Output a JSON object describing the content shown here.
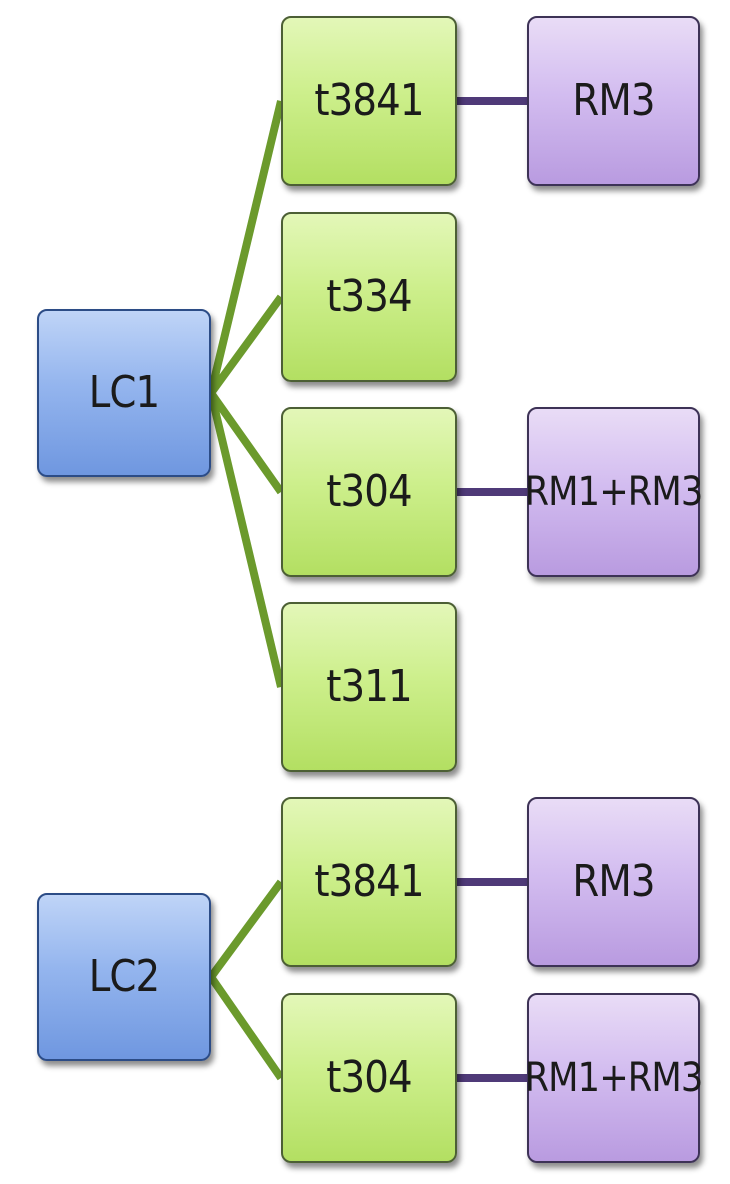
{
  "diagram": {
    "colors": {
      "lc_fill": "#8fb1ec",
      "transcript_fill": "#c8ec86",
      "rm_fill": "#cfb8ef",
      "green_connector": "#6b9a2c",
      "purple_connector": "#4f3a78"
    },
    "groups": [
      {
        "lc": "LC1",
        "transcripts": [
          {
            "id": "t3841",
            "rm": "RM3"
          },
          {
            "id": "t334",
            "rm": null
          },
          {
            "id": "t304",
            "rm": "RM1+RM3"
          },
          {
            "id": "t311",
            "rm": null
          }
        ]
      },
      {
        "lc": "LC2",
        "transcripts": [
          {
            "id": "t3841",
            "rm": "RM3"
          },
          {
            "id": "t304",
            "rm": "RM1+RM3"
          }
        ]
      }
    ]
  }
}
